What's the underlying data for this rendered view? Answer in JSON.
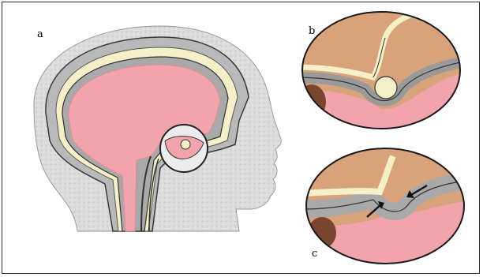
{
  "panels": {
    "a": {
      "label": "a"
    },
    "b": {
      "label": "b"
    },
    "c": {
      "label": "c"
    }
  },
  "colors": {
    "brain": "#f2a4ad",
    "csf": "#f6f0c8",
    "skin": "#d9d9d9",
    "tissue": "#d8a37a",
    "outline": "#2a2a2a"
  }
}
